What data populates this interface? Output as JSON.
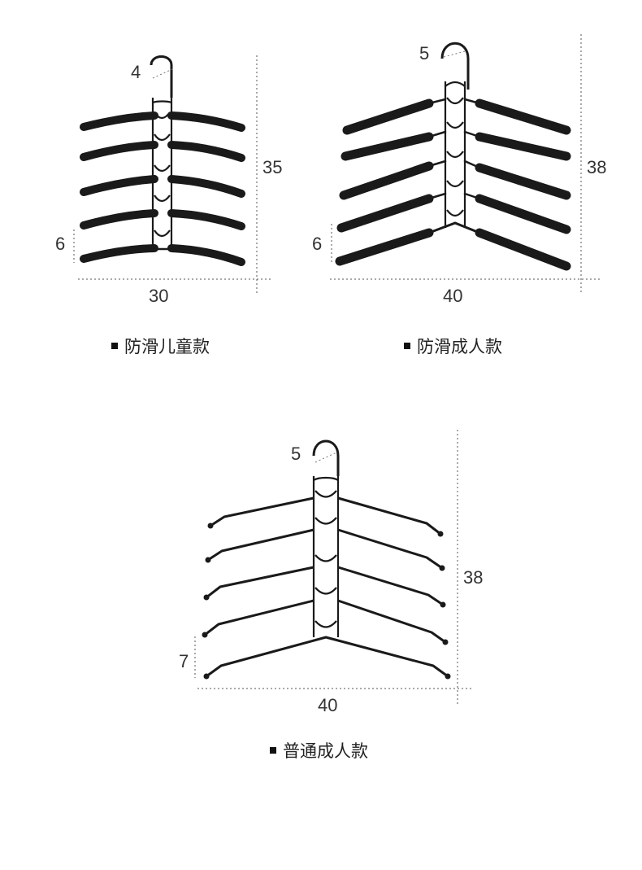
{
  "colors": {
    "hanger": "#1a1a1a",
    "dim_line": "#555555",
    "text": "#333333",
    "background": "#ffffff"
  },
  "hangers": [
    {
      "id": "kids-anti-slip",
      "type": "padded",
      "caption": "防滑儿童款",
      "dims": {
        "hook": "4",
        "height": "35",
        "gap": "6",
        "width": "30"
      }
    },
    {
      "id": "adult-anti-slip",
      "type": "padded",
      "caption": "防滑成人款",
      "dims": {
        "hook": "5",
        "height": "38",
        "gap": "6",
        "width": "40"
      }
    },
    {
      "id": "adult-standard",
      "type": "wire",
      "caption": "普通成人款",
      "dims": {
        "hook": "5",
        "height": "38",
        "gap": "7",
        "width": "40"
      }
    }
  ]
}
